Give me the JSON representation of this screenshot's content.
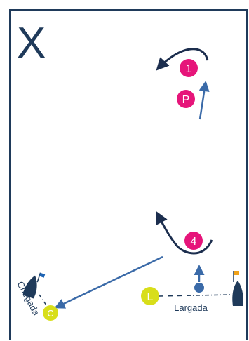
{
  "course": {
    "title": "X",
    "marks": {
      "mark_1": "1",
      "mark_p": "P",
      "mark_4": "4",
      "mark_l": "L",
      "mark_c": "C"
    },
    "labels": {
      "start": "Largada",
      "finish": "Chegada"
    }
  },
  "colors": {
    "magenta": "#e6157a",
    "yellow": "#d8de1a",
    "navy": "#1f3a5a",
    "arrow_blue": "#3a6aa8",
    "route_dark": "#1c2e4e",
    "orange_flag": "#f0a21a",
    "blue_flag": "#1e64b4"
  },
  "icons": {
    "boat": "sailboat-icon",
    "flag": "flag-icon",
    "buoy": "buoy-icon"
  }
}
